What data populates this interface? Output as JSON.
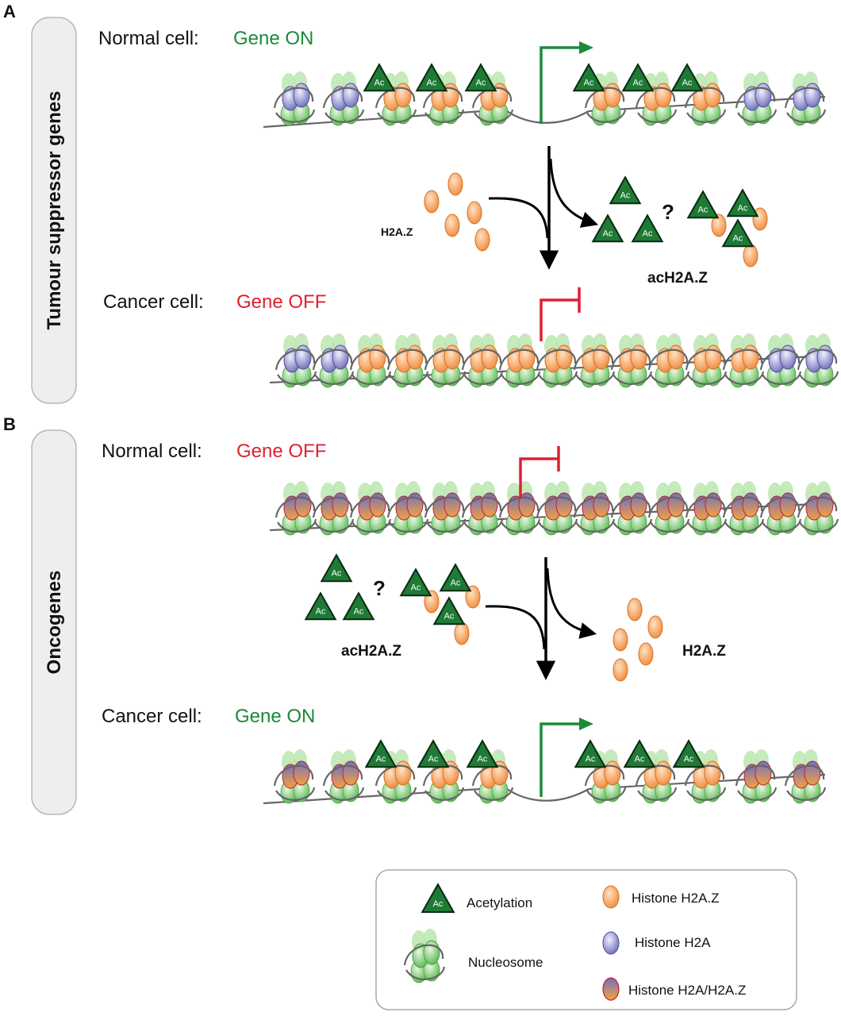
{
  "panels": [
    {
      "letter": "A",
      "side_label": "Tumour suppressor genes",
      "normal": {
        "prefix": "Normal cell:",
        "state": "Gene ON"
      },
      "cancer": {
        "prefix": "Cancer cell:",
        "state": "Gene OFF"
      },
      "free_label": "H2A.Z",
      "ac_label": "acH2A.Z",
      "question": "?"
    },
    {
      "letter": "B",
      "side_label": "Oncogenes",
      "normal": {
        "prefix": "Normal cell:",
        "state": "Gene OFF"
      },
      "cancer": {
        "prefix": "Cancer cell:",
        "state": "Gene ON"
      },
      "free_label": "H2A.Z",
      "ac_label": "acH2A.Z",
      "question": "?"
    }
  ],
  "ac_text": "Ac",
  "legend": {
    "acetylation": "Acetylation",
    "nucleosome": "Nucleosome",
    "h2az": "Histone H2A.Z",
    "h2a": "Histone H2A",
    "hybrid": "Histone H2A/H2A.Z"
  },
  "colors": {
    "gene_on": "#1a8a3a",
    "gene_off": "#e02030",
    "ac_fill": "#1e7a35",
    "h2az": "#f4a25e",
    "h2a": "#8a8ac8",
    "nucleosome_green": "#7cc870",
    "dna": "#666666"
  }
}
